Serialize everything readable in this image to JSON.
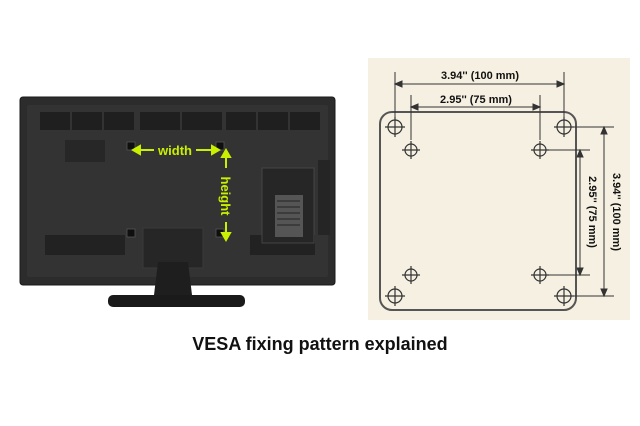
{
  "tv_labels": {
    "width": "width",
    "height": "height"
  },
  "plate_labels": {
    "outer_horizontal": "3.94'' (100 mm)",
    "inner_horizontal": "2.95'' (75 mm)",
    "inner_vertical": "2.95'' (75 mm)",
    "outer_vertical": "3.94'' (100 mm)"
  },
  "caption": "VESA fixing pattern explained",
  "colors": {
    "tv_body": "#2b2b2b",
    "plate_background": "#f6f0e2",
    "label_green": "#c8f000"
  }
}
